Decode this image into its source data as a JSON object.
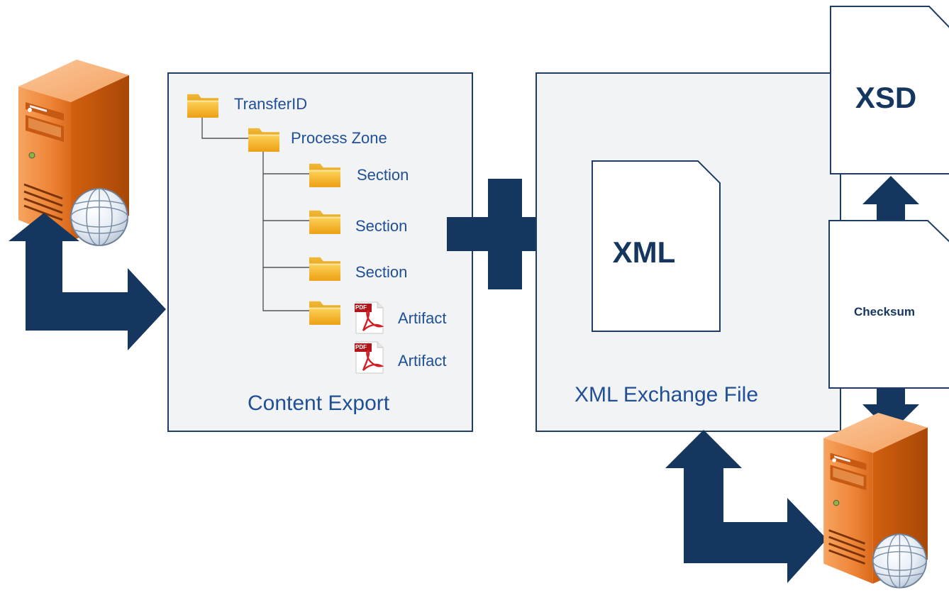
{
  "content_export": {
    "caption": "Content Export",
    "tree": {
      "root": "TransferID",
      "zone": "Process Zone",
      "sections": [
        "Section",
        "Section",
        "Section"
      ],
      "artifacts": [
        "Artifact",
        "Artifact"
      ]
    }
  },
  "xml_exchange": {
    "caption": "XML Exchange File",
    "document_label": "XML"
  },
  "xsd": {
    "label": "XSD"
  },
  "checksum": {
    "label": "Checksum"
  },
  "pdf_badge": "PDF",
  "icons": {
    "server": "server-globe-icon",
    "folder": "folder-icon",
    "pdf": "pdf-file-icon",
    "plus": "plus-icon",
    "arrow": "bent-arrow-icon"
  },
  "colors": {
    "navy": "#14365f",
    "border": "#1f3e66",
    "text": "#1f4f96",
    "panel_bg": "#f2f3f5",
    "server_orange": "#e4701e",
    "folder_yellow": "#f5b820"
  }
}
